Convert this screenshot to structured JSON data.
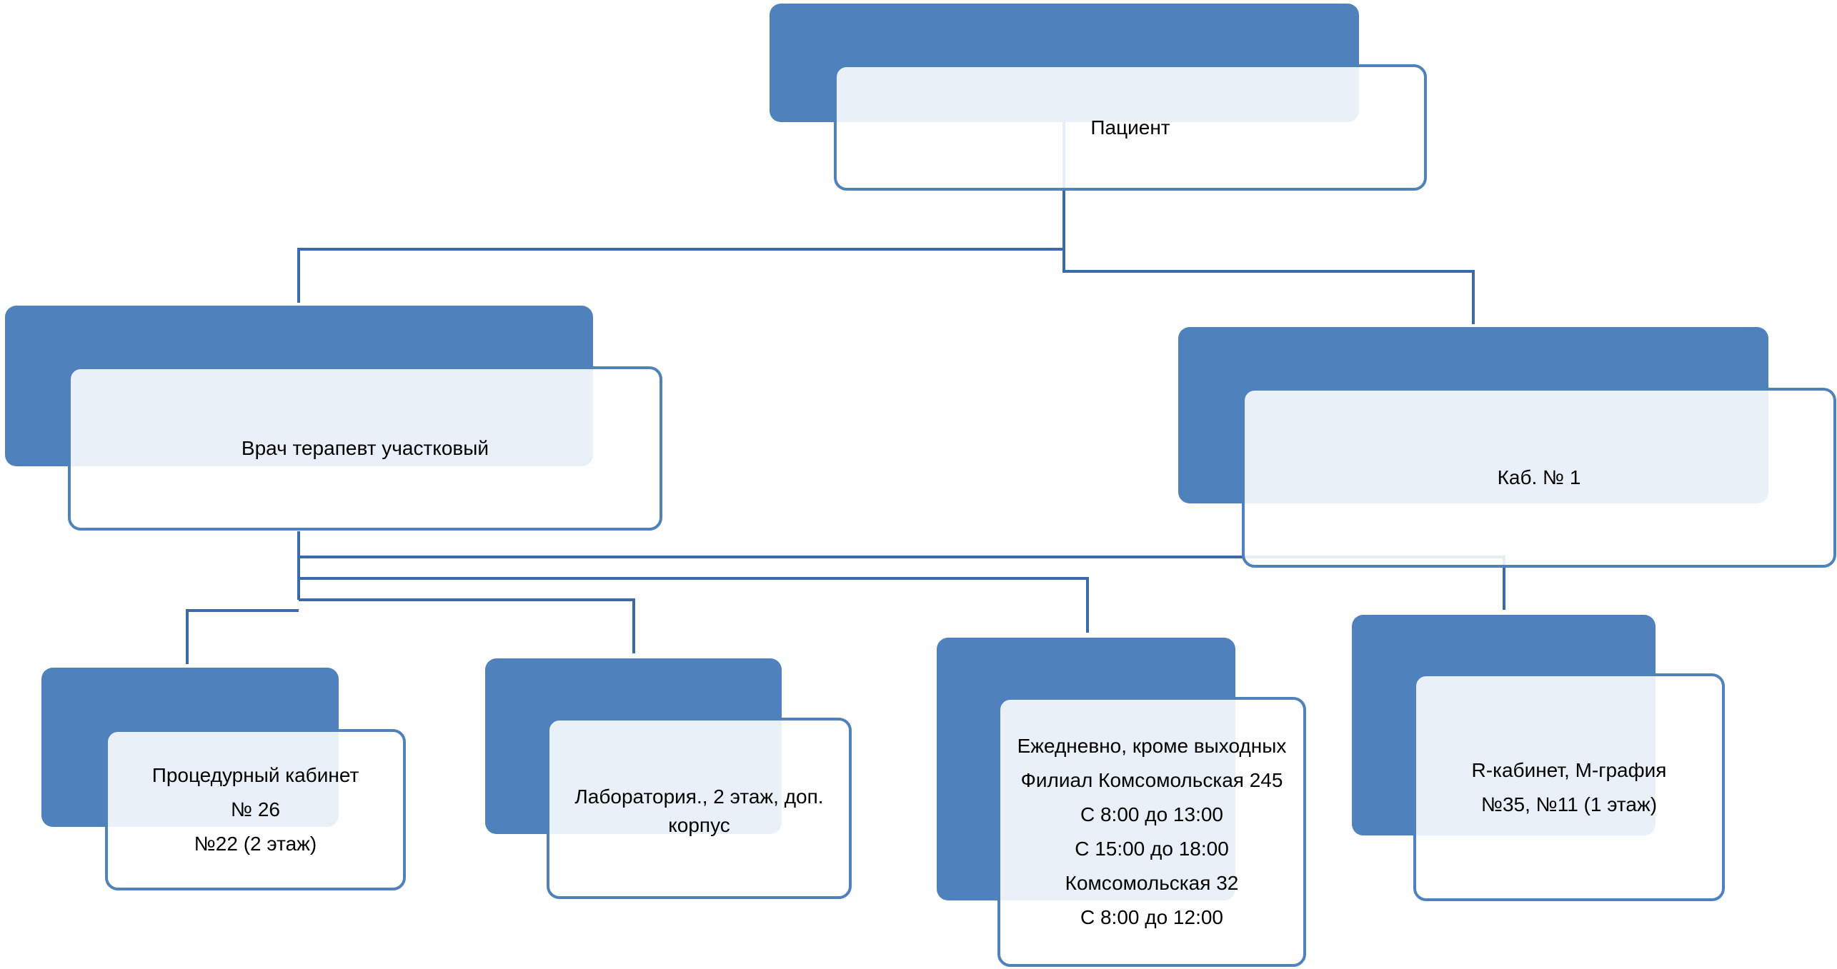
{
  "diagram": {
    "type": "org-chart",
    "colors": {
      "accent": "#4f81bd",
      "line": "#3a6aa8",
      "box_fill": "#ffffff",
      "text": "#000000"
    },
    "nodes": {
      "patient": {
        "lines": [
          "Пациент"
        ]
      },
      "therapist": {
        "lines": [
          "Врач терапевт участковый"
        ]
      },
      "cabinet1": {
        "lines": [
          "Каб. № 1"
        ]
      },
      "procedure": {
        "lines": [
          "Процедурный кабинет",
          "№ 26",
          "№22 (2 этаж)"
        ]
      },
      "laboratory": {
        "lines": [
          "Лаборатория., 2 этаж, доп.",
          "корпус"
        ]
      },
      "schedule": {
        "lines": [
          "Ежедневно, кроме выходных",
          "Филиал Комсомольская 245",
          "С 8:00 до 13:00",
          "С 15:00 до 18:00",
          "Комсомольская 32",
          "С 8:00 до 12:00"
        ]
      },
      "xray": {
        "lines": [
          "R-кабинет, М-графия",
          "№35, №11 (1 этаж)"
        ]
      }
    }
  }
}
